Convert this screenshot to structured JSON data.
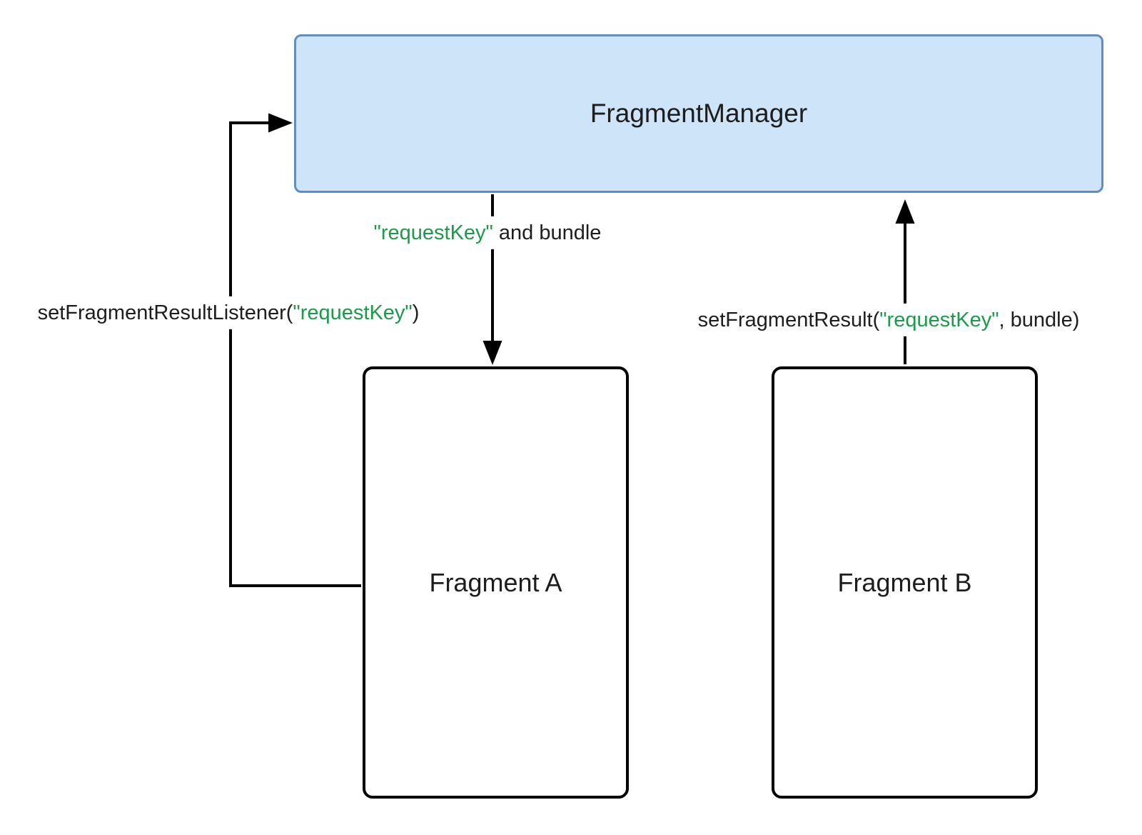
{
  "diagram": {
    "manager_box": {
      "label": "FragmentManager"
    },
    "fragment_a_box": {
      "label": "Fragment A"
    },
    "fragment_b_box": {
      "label": "Fragment B"
    },
    "edge_labels": {
      "request_and_bundle": {
        "key": "\"requestKey\"",
        "rest": " and bundle"
      },
      "set_listener": {
        "before": "setFragmentResultListener(",
        "key": "\"requestKey\"",
        "after": ")"
      },
      "set_result": {
        "before": "setFragmentResult(",
        "key": "\"requestKey\"",
        "after": ", bundle)"
      }
    },
    "colors": {
      "manager_fill": "#cee4f8",
      "manager_border": "#5f8fc1",
      "fragment_fill": "#ffffff",
      "fragment_border": "#000000",
      "line_color": "#000000",
      "key_green": "#1a9b49",
      "text_color": "#1d1d1d",
      "background": "#ffffff"
    }
  }
}
